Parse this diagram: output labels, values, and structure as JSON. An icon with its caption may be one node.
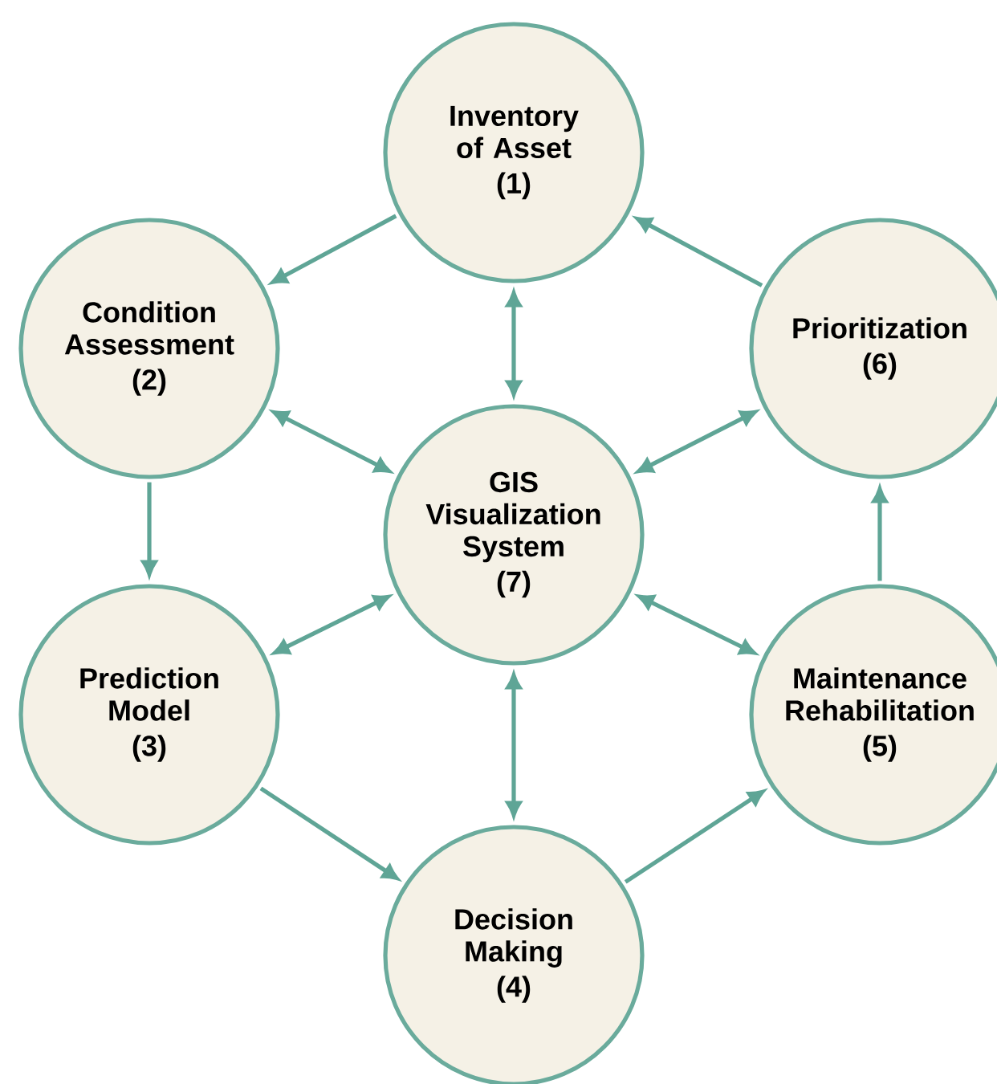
{
  "diagram": {
    "nodes": [
      {
        "text": [
          "Inventory of Asset",
          "(1)"
        ]
      },
      {
        "text": [
          "Condition Assessment",
          "(2)"
        ]
      },
      {
        "text": [
          "Prediction Model",
          "(3)"
        ]
      },
      {
        "text": [
          "Decision Making",
          "(4)"
        ]
      },
      {
        "text": [
          "Maintenance Rehabilitation",
          "(5)"
        ]
      },
      {
        "text": [
          "Prioritization",
          "(6)"
        ]
      },
      {
        "text": [
          "GIS Visualization System",
          "(7)"
        ]
      }
    ],
    "edges": [
      {
        "from": 0,
        "to": 1,
        "arrow": "to"
      },
      {
        "from": 0,
        "to": 6,
        "arrow": "both"
      },
      {
        "from": 1,
        "to": 6,
        "arrow": "both"
      },
      {
        "from": 1,
        "to": 2,
        "arrow": "to"
      },
      {
        "from": 2,
        "to": 6,
        "arrow": "both"
      },
      {
        "from": 2,
        "to": 3,
        "arrow": "to"
      },
      {
        "from": 3,
        "to": 6,
        "arrow": "both"
      },
      {
        "from": 3,
        "to": 4,
        "arrow": "to"
      },
      {
        "from": 4,
        "to": 6,
        "arrow": "both"
      },
      {
        "from": 4,
        "to": 5,
        "arrow": "to"
      },
      {
        "from": 5,
        "to": 6,
        "arrow": "both"
      },
      {
        "from": 5,
        "to": 0,
        "arrow": "to"
      }
    ]
  }
}
